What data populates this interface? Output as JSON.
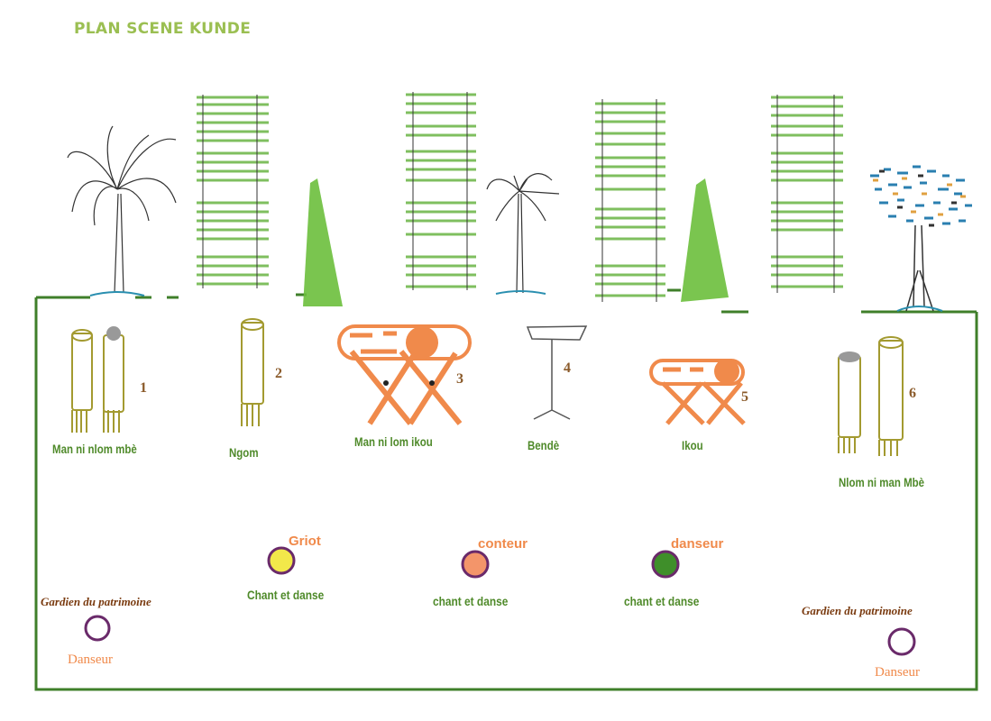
{
  "title": "PLAN SCENE KUNDE",
  "instruments": [
    {
      "number": "1",
      "name": "Man ni nlom mbè"
    },
    {
      "number": "2",
      "name": "Ngom"
    },
    {
      "number": "3",
      "name": "Man ni lom ikou"
    },
    {
      "number": "4",
      "name": "Bendè"
    },
    {
      "number": "5",
      "name": "Ikou"
    },
    {
      "number": "6",
      "name": "Nlom ni man Mbè"
    }
  ],
  "performers": [
    {
      "role": "Griot",
      "activity": "Chant et danse",
      "color": "#f2e84a"
    },
    {
      "role": "conteur",
      "activity": "chant et danse",
      "color": "#f3956a"
    },
    {
      "role": "danseur",
      "activity": "chant et danse",
      "color": "#3f8f2a"
    }
  ],
  "guardians": [
    {
      "label": "Gardien du patrimoine",
      "role": "Danseur"
    },
    {
      "label": "Gardien du patrimoine",
      "role": "Danseur"
    }
  ],
  "colors": {
    "green": "#4f8a2a",
    "orange": "#f08a4b",
    "purple": "#6a2a6a",
    "border": "#3f7f2a"
  }
}
